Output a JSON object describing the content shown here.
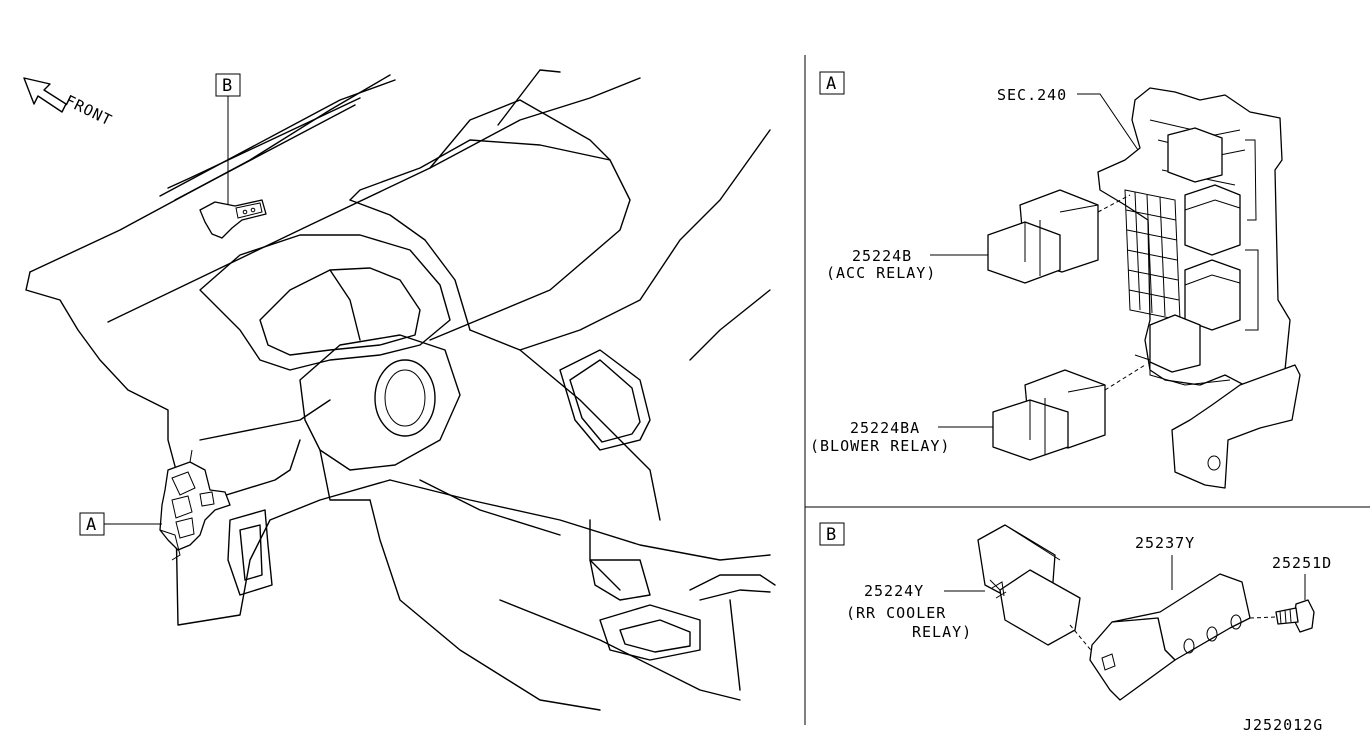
{
  "front_label": "FRONT",
  "callouts": {
    "a": "A",
    "b": "B"
  },
  "detail_a": {
    "label": "A",
    "sec_ref": "SEC.240",
    "acc_relay_part": "25224B",
    "acc_relay_name": "(ACC RELAY)",
    "blower_relay_part": "25224BA",
    "blower_relay_name": "(BLOWER RELAY)"
  },
  "detail_b": {
    "label": "B",
    "rr_cooler_part": "25224Y",
    "rr_cooler_name_1": "(RR COOLER",
    "rr_cooler_name_2": "RELAY)",
    "bracket_part": "25237Y",
    "bolt_part": "25251D"
  },
  "figure_code": "J252012G"
}
